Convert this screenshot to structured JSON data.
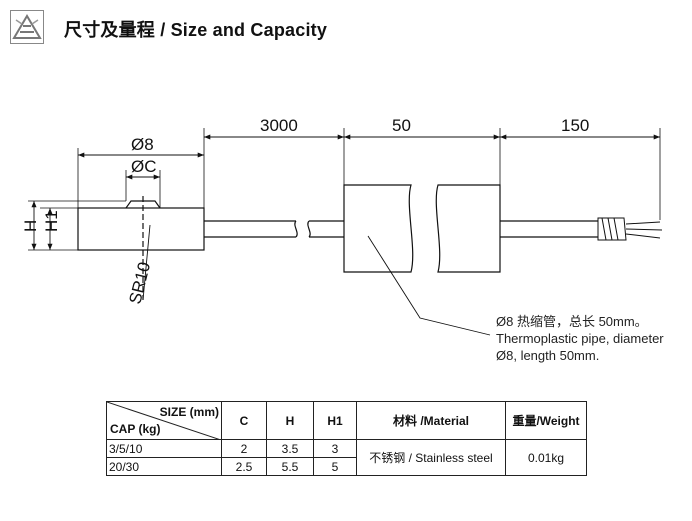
{
  "header": {
    "title": "尺寸及量程 / Size and Capacity",
    "logo_icon": "company-logo-icon"
  },
  "drawing": {
    "dim_3000": "3000",
    "dim_50": "50",
    "dim_150": "150",
    "dim_diam8": "Ø8",
    "dim_diamC": "ØC",
    "dim_H": "H",
    "dim_H1": "H1",
    "dim_SR10": "SR10"
  },
  "note": {
    "line1": "Ø8 热缩管，总长 50mm。",
    "line2": "Thermoplastic pipe, diameter",
    "line3": "Ø8, length 50mm."
  },
  "table": {
    "corner_top": "SIZE (mm)",
    "corner_bottom": "CAP (kg)",
    "headers": [
      "C",
      "H",
      "H1",
      "材料 /Material",
      "重量/Weight"
    ],
    "rows": [
      {
        "cap": "3/5/10",
        "c": "2",
        "h": "3.5",
        "h1": "3"
      },
      {
        "cap": "20/30",
        "c": "2.5",
        "h": "5.5",
        "h1": "5"
      }
    ],
    "material": "不锈钢 / Stainless steel",
    "weight": "0.01kg"
  }
}
